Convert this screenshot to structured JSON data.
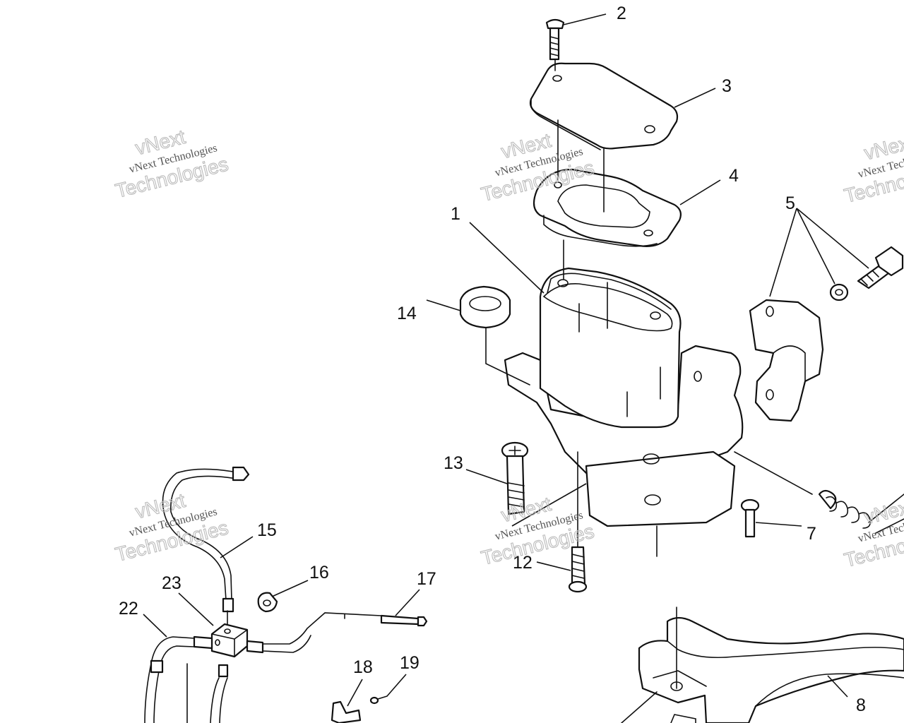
{
  "watermark": {
    "line1": "vNext Technologies",
    "line2": "vNext",
    "line3": "Technologies"
  },
  "callouts": {
    "c1": "1",
    "c2": "2",
    "c3": "3",
    "c4": "4",
    "c5": "5",
    "c7": "7",
    "c8": "8",
    "c12": "12",
    "c13": "13",
    "c14": "14",
    "c15": "15",
    "c16": "16",
    "c17": "17",
    "c18": "18",
    "c19": "19",
    "c22": "22",
    "c23": "23"
  }
}
